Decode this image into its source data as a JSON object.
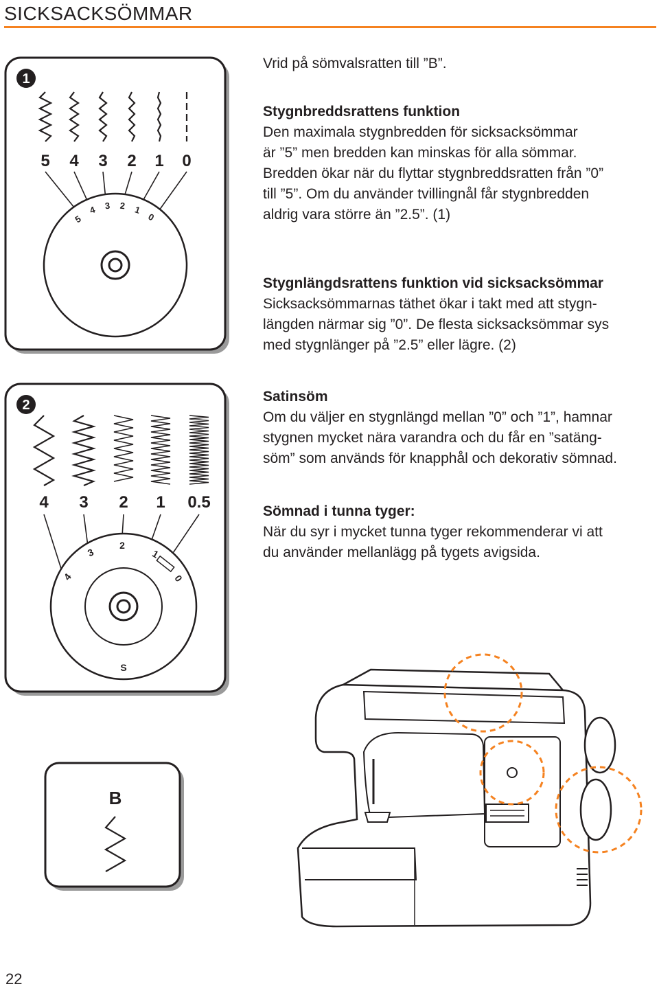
{
  "page": {
    "title": "SICKSACKSÖMMAR",
    "number": "22",
    "accent_color": "#f58220"
  },
  "intro": "Vrid på sömvalsratten till ”B”.",
  "sections": [
    {
      "heading": "Stygnbreddsrattens funktion",
      "lines": [
        "Den maximala stygnbredden för sicksacksömmar",
        "är ”5” men bredden kan minskas för alla sömmar.",
        "Bredden ökar när du flyttar stygnbreddsratten från ”0”",
        "till ”5”. Om du använder tvillingnål får stygnbredden",
        "aldrig vara större än ”2.5”. (1)"
      ]
    },
    {
      "heading": "Stygnlängdsrattens funktion vid sicksacksömmar",
      "lines": [
        "Sicksacksömmarnas täthet ökar i takt med att stygn-",
        "längden närmar sig ”0”. De flesta sicksacksömmar sys",
        "med stygnlänger på ”2.5” eller lägre. (2)"
      ]
    },
    {
      "heading": "Satinsöm",
      "lines": [
        "Om du väljer en stygnlängd mellan ”0” och ”1”, hamnar",
        "stygnen mycket nära varandra och du får en ”satäng-",
        "söm” som används för knapphål och dekorativ sömnad."
      ]
    },
    {
      "heading": "Sömnad i tunna tyger:",
      "lines": [
        "När du syr i mycket tunna tyger rekommenderar vi att",
        "du använder mellanlägg på tygets avigsida."
      ]
    }
  ],
  "figure1": {
    "badge": "1",
    "labels": [
      "5",
      "4",
      "3",
      "2",
      "1",
      "0"
    ],
    "dial_labels": [
      "5",
      "4",
      "3",
      "2",
      "1",
      "0"
    ]
  },
  "figure2": {
    "badge": "2",
    "labels": [
      "4",
      "3",
      "2",
      "1",
      "0.5"
    ],
    "dial_labels": [
      "4",
      "3",
      "2",
      "1",
      "0"
    ],
    "dial_s": "S"
  },
  "figure3": {
    "label": "B"
  }
}
